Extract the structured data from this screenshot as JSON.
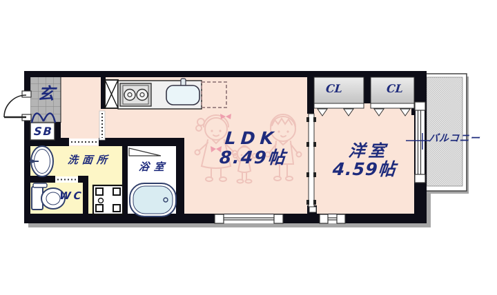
{
  "plan": {
    "type": "apartment-floor-plan",
    "labels": {
      "entrance": "玄",
      "shoe_box": "SB",
      "washroom": "洗面所",
      "toilet": "WC",
      "bathroom": "浴室",
      "ldk_name": "LDK",
      "ldk_size": "8.49帖",
      "western_room_name": "洋室",
      "western_room_size": "4.59帖",
      "closet_left": "CL",
      "closet_right": "CL",
      "balcony": "バルコニー"
    },
    "colors": {
      "wall": "#0d0d17",
      "floor_main": "#fbe4d8",
      "floor_wet": "#fdf6c6",
      "floor_bath": "#ffffff",
      "entrance_tile": "#b5b5b5",
      "closet_fill": "#d9d9d9",
      "bathtub_fill": "#d9ecf2",
      "label_text": "#1e2b7c",
      "figure_line": "#eec3bb",
      "figure_accent": "#ee9fae",
      "balcony_hatch": "#cccccc",
      "shadow": "#a6a6a6"
    }
  }
}
